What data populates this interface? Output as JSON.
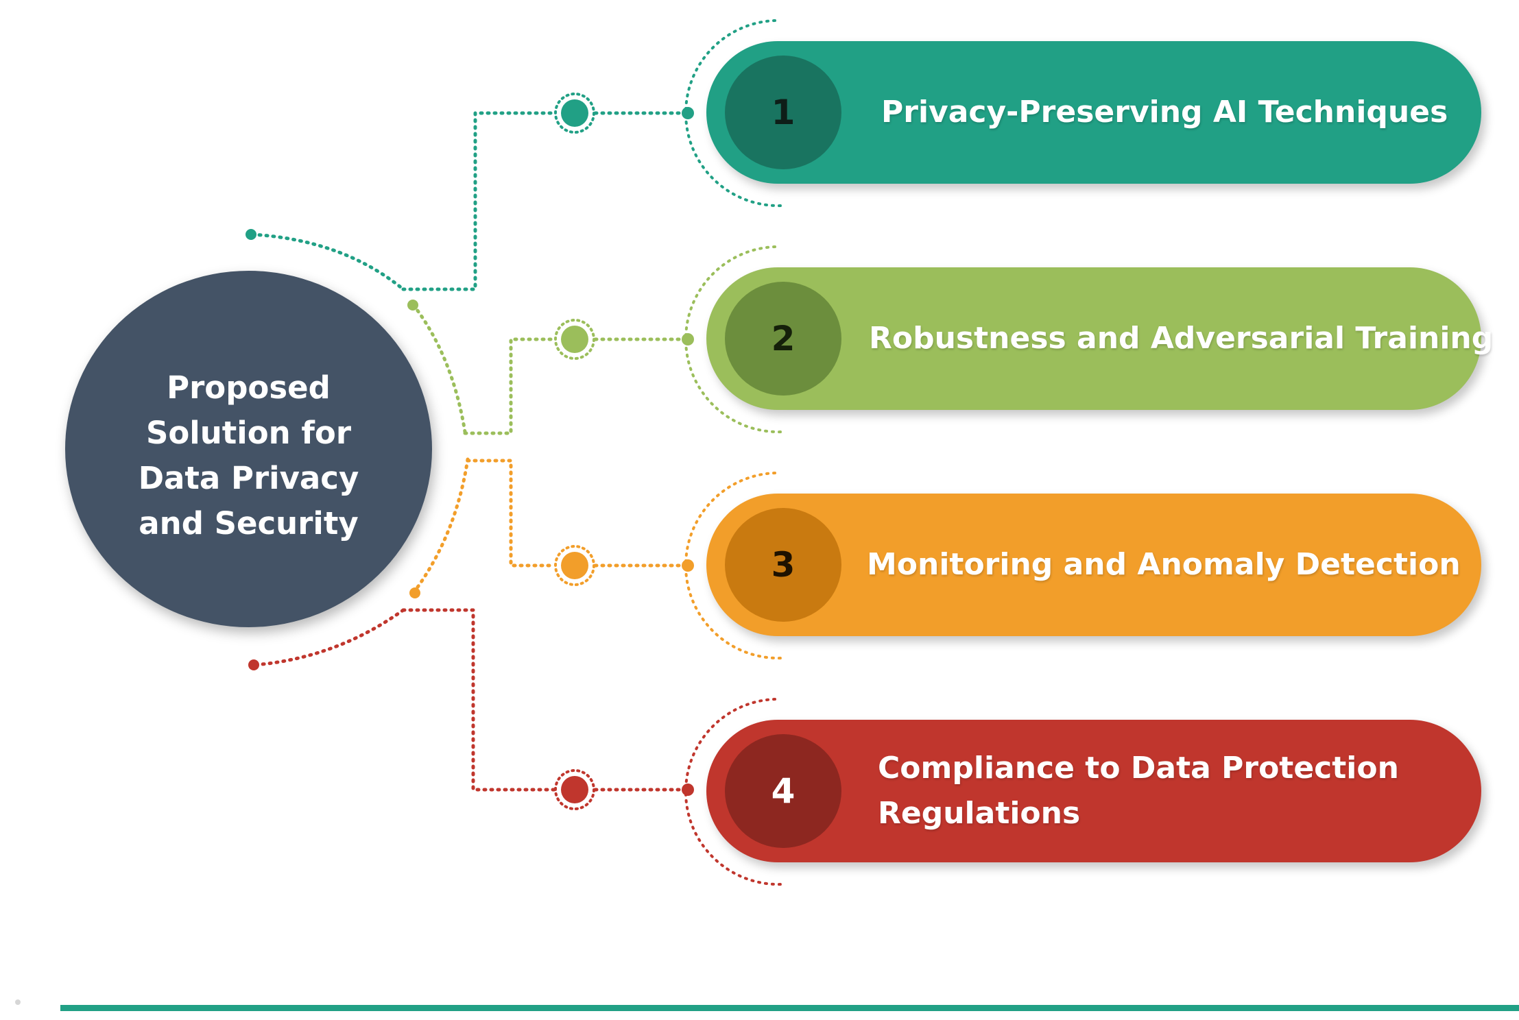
{
  "hub": {
    "title": "Proposed Solution  for Data Privacy and Security"
  },
  "items": [
    {
      "number": "1",
      "label": "Privacy-Preserving AI Techniques",
      "color": "#21a085",
      "dark": "#197460"
    },
    {
      "number": "2",
      "label": "Robustness and Adversarial Training",
      "color": "#9bbe5b",
      "dark": "#6c8e3d"
    },
    {
      "number": "3",
      "label": "Monitoring and Anomaly Detection",
      "color": "#f29e2a",
      "dark": "#c97a10"
    },
    {
      "number": "4",
      "label_line1": "Compliance to Data Protection",
      "label_line2": "Regulations",
      "color": "#c0362d",
      "dark": "#8d2720"
    }
  ],
  "colors": {
    "hub": "#445366",
    "rule": "#21a085"
  }
}
